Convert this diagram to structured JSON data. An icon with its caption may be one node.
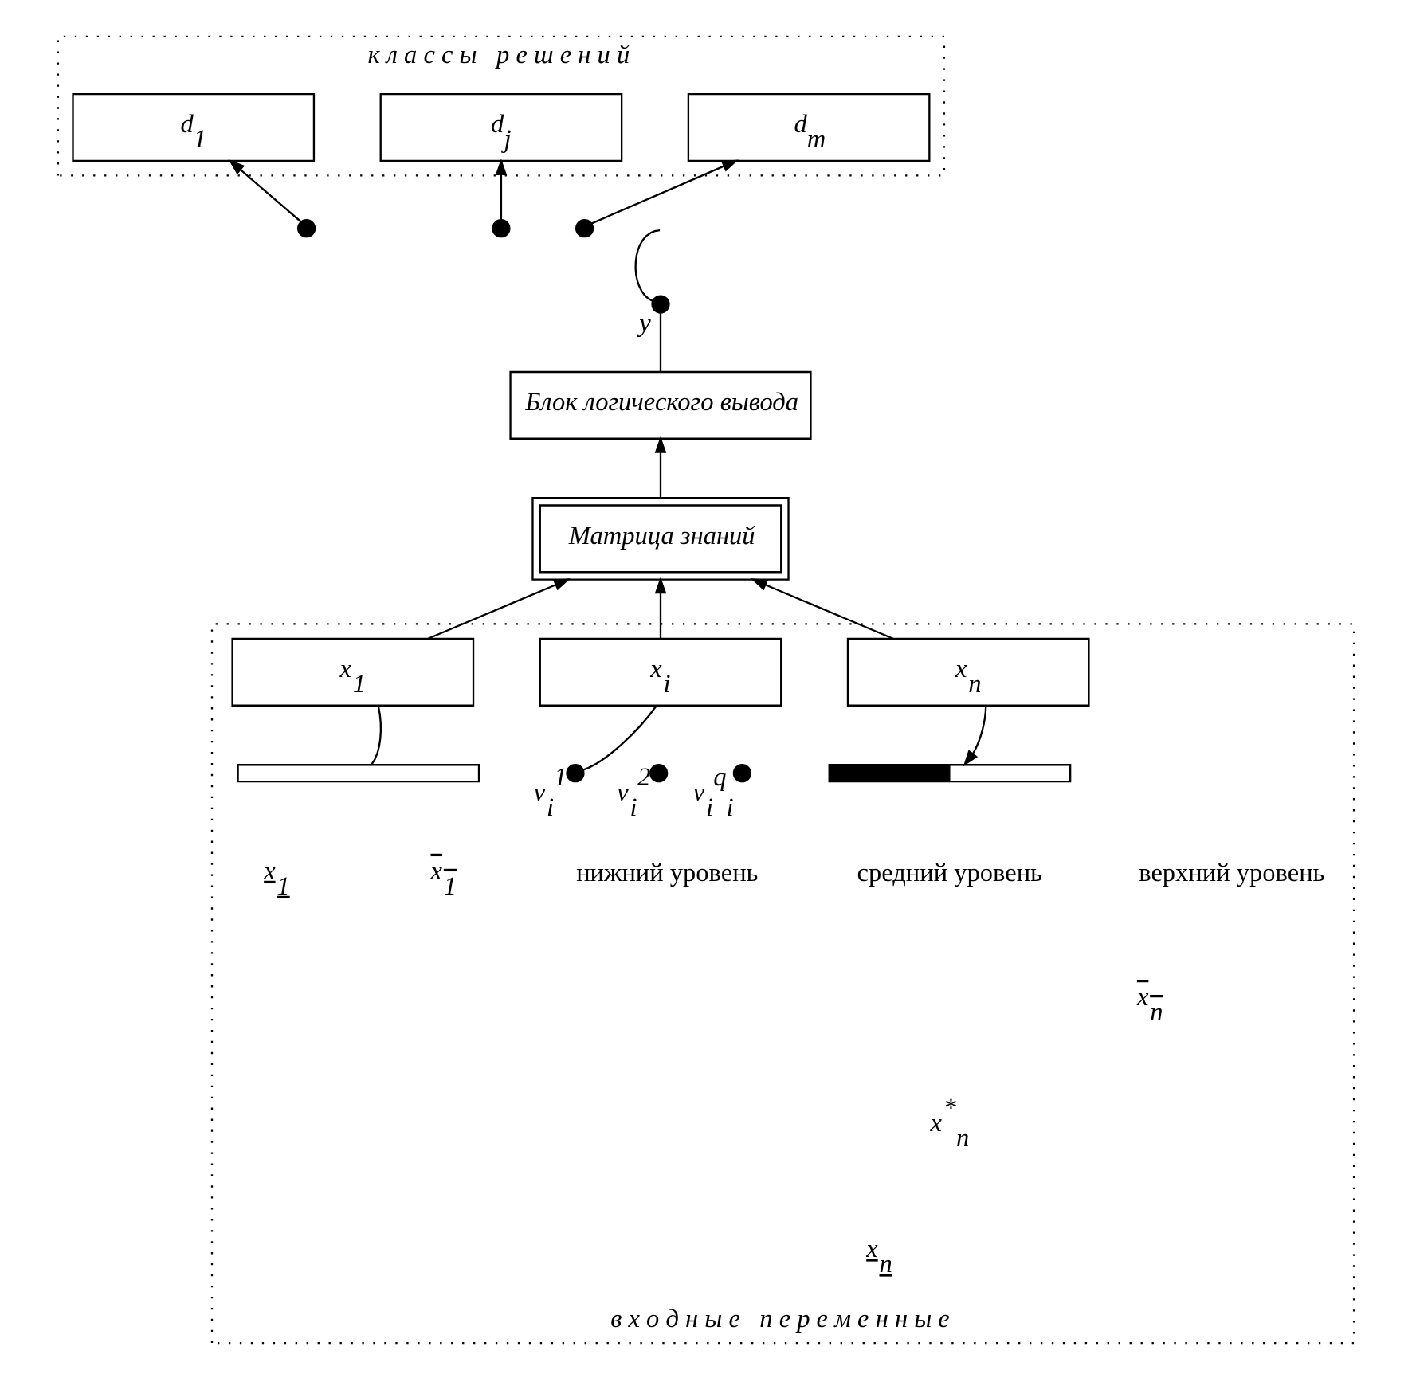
{
  "diagram": {
    "nodes": [
      {
        "text": [
          "к л а с с ы   р е ш е н и й"
        ]
      },
      {
        "text": [
          "d$_{1}$"
        ],
        "in": 0
      },
      {
        "text": [
          "d$_{j}$"
        ],
        "in": 0
      },
      {
        "text": [
          "d$_{m}$"
        ],
        "in": 0
      },
      {
        "text": [],
        "shape": "circle"
      },
      {
        "text": [],
        "shape": "circle"
      },
      {
        "text": [],
        "shape": "circle"
      },
      {
        "text": [],
        "shape": "circle",
        "beside": [
          "y"
        ]
      },
      {
        "text": [
          "Блок логического вывода"
        ]
      },
      {
        "text": [
          "Матрица знаний"
        ]
      },
      {
        "text": [
          "в х о д н ы е   п е р е м е н н ы е"
        ]
      },
      {
        "text": [
          "x$_{1}$"
        ],
        "in": 10
      },
      {
        "text": [
          "x$_{i}$"
        ],
        "in": 10
      },
      {
        "text": [
          "x$_{n}$"
        ],
        "in": 10
      },
      {
        "text": [],
        "shape": "bar",
        "in": 10
      },
      {
        "text": [],
        "shape": "circle",
        "in": 10,
        "beside": [
          "v$_{i}$$^{1}$"
        ]
      },
      {
        "text": [],
        "shape": "circle",
        "in": 10,
        "beside": [
          "v$_{i}$$^{2}$"
        ]
      },
      {
        "text": [],
        "shape": "circle",
        "in": 10,
        "beside": [
          "v$_{i}$$^{q}$$_{i}$"
        ]
      },
      {
        "text": [],
        "shape": "bar",
        "in": 10
      }
    ],
    "edges": [
      {
        "from": 4,
        "to": 1,
        "arrow": "to"
      },
      {
        "from": 5,
        "to": 2,
        "arrow": "to"
      },
      {
        "from": 6,
        "to": 3,
        "arrow": "to"
      },
      {
        "from": 7,
        "to": null,
        "arrow": "none"
      },
      {
        "from": 8,
        "to": 7,
        "arrow": "none"
      },
      {
        "from": 9,
        "to": 8,
        "arrow": "to"
      },
      {
        "from": 11,
        "to": 9,
        "arrow": "to"
      },
      {
        "from": 12,
        "to": 9,
        "arrow": "to"
      },
      {
        "from": 13,
        "to": 9,
        "arrow": "to"
      },
      {
        "from": 11,
        "to": 14,
        "arrow": "none"
      },
      {
        "from": 12,
        "to": 15,
        "arrow": "none"
      },
      {
        "from": 13,
        "to": 18,
        "arrow": "to"
      }
    ],
    "labels": [
      "x$_{1}$",
      "x$_{1}$",
      "нижний уровень",
      "средний уровень",
      "верхний уровень",
      "x$_{n}$",
      "x$^{*}$$_{n}$",
      "x$_{n}$"
    ]
  }
}
